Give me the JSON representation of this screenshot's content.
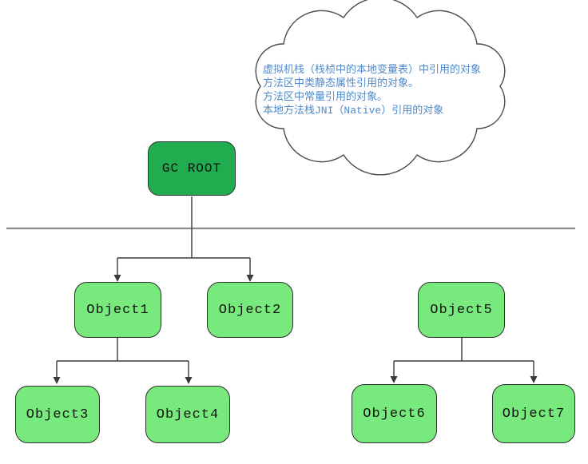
{
  "colors": {
    "root_fill": "#21ac4f",
    "node_fill": "#78e97c",
    "box_border": "#2e2e2e",
    "connector": "#3a3a3a",
    "divider": "#8a8a8a",
    "note_text": "#4e8acb",
    "cloud_outline": "#4d4d4d"
  },
  "cloud_note": {
    "lines": [
      "虚拟机栈（栈桢中的本地变量表）中引用的对象",
      "方法区中类静态属性引用的对象。",
      "方法区中常量引用的对象。",
      "本地方法栈JNI（Native）引用的对象"
    ]
  },
  "nodes": {
    "root": {
      "label": "GC ROOT"
    },
    "object1": {
      "label": "Object1"
    },
    "object2": {
      "label": "Object2"
    },
    "object3": {
      "label": "Object3"
    },
    "object4": {
      "label": "Object4"
    },
    "object5": {
      "label": "Object5"
    },
    "object6": {
      "label": "Object6"
    },
    "object7": {
      "label": "Object7"
    }
  }
}
